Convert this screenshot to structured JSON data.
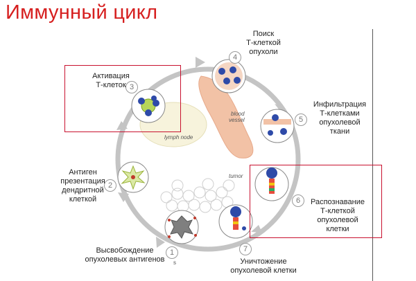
{
  "title": "Иммунный цикл",
  "steps": [
    {
      "num": "1",
      "label_lines": [
        "Высвобождение",
        "опухолевых антигенов"
      ]
    },
    {
      "num": "2",
      "label_lines": [
        "Антиген",
        "презентация",
        "дендритной",
        "клеткой"
      ]
    },
    {
      "num": "3",
      "label_lines": [
        "Активация",
        "Т-клеток"
      ]
    },
    {
      "num": "4",
      "label_lines": [
        "Поиск",
        "Т-клеткой",
        "опухоли"
      ]
    },
    {
      "num": "5",
      "label_lines": [
        "Инфильтрация",
        "Т-клетками",
        "опухолевой",
        "ткани"
      ]
    },
    {
      "num": "6",
      "label_lines": [
        "Распознавание",
        "Т-клеткой",
        "опухолевой",
        "клетки"
      ]
    },
    {
      "num": "7",
      "label_lines": [
        "Уничтожение",
        "опухолевой клетки"
      ]
    }
  ],
  "annotations": {
    "lymph_node": "lymph node",
    "blood_vessel_1": "blood",
    "blood_vessel_2": "vessel",
    "tumor": "tumor",
    "stray_s": "s"
  },
  "colors": {
    "title": "#d61f1f",
    "highlight_box": "#c8102e",
    "cycle_arrow": "#bdbdbd",
    "vessel": "#f2c2a6",
    "t_cell": "#2e4aa8"
  }
}
